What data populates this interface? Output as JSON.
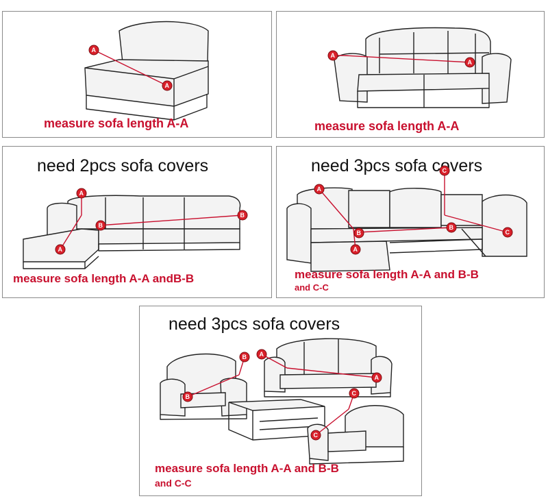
{
  "panels": {
    "p1": {
      "caption": "measure sofa length A-A"
    },
    "p2": {
      "caption": "measure sofa length A-A"
    },
    "p3": {
      "heading": "need 2pcs sofa covers",
      "caption": "measure sofa length A-A andB-B"
    },
    "p4": {
      "heading": "need 3pcs sofa covers",
      "caption_line1": "measure sofa length A-A and B-B",
      "caption_line2": "and C-C"
    },
    "p5": {
      "heading": "need 3pcs sofa covers",
      "caption_line1": "measure sofa length A-A and B-B",
      "caption_line2": "and C-C"
    }
  },
  "markers": {
    "a": "A",
    "b": "B",
    "c": "C"
  },
  "colors": {
    "marker": "#d9202a",
    "caption": "#c8102e",
    "border": "#8a8a8a"
  }
}
